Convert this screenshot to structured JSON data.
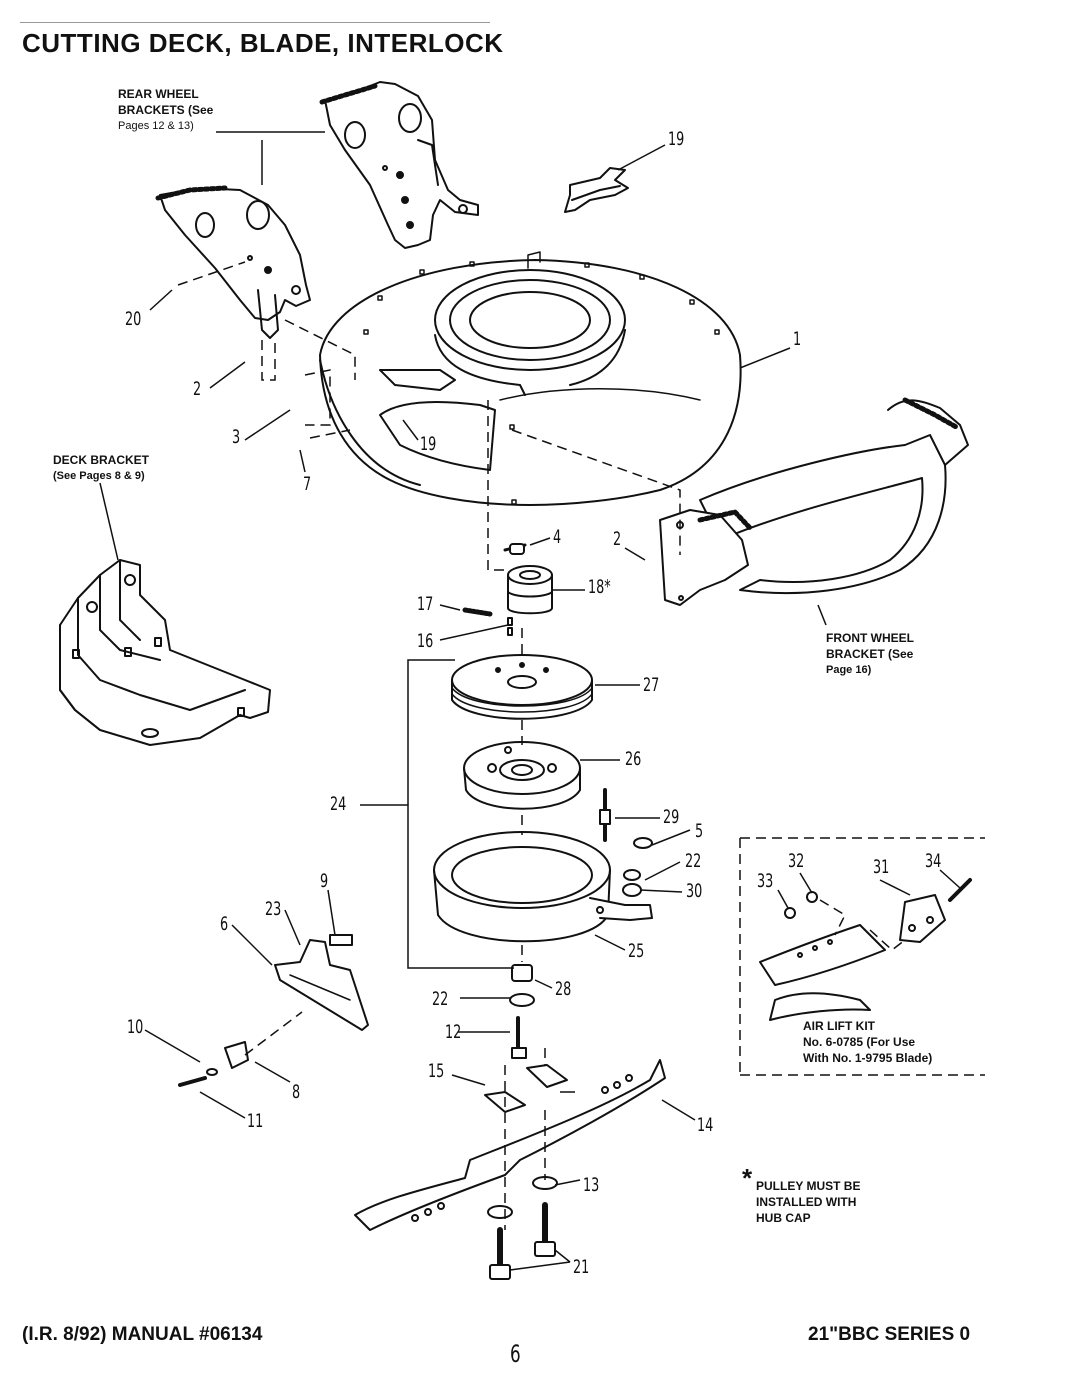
{
  "title": "CUTTING DECK, BLADE, INTERLOCK",
  "notes": {
    "rear_wheel": [
      "REAR WHEEL",
      "BRACKETS (See",
      "Pages 12 & 13)"
    ],
    "deck_bracket": [
      "DECK BRACKET",
      "(See Pages 8 & 9)"
    ],
    "front_wheel": [
      "FRONT WHEEL",
      "BRACKET (See",
      "Page 16)"
    ],
    "air_lift": [
      "AIR LIFT KIT",
      "No. 6-0785 (For Use",
      "With No. 1-9795 Blade)"
    ],
    "pulley": [
      "PULLEY MUST BE",
      "INSTALLED WITH",
      "HUB CAP"
    ],
    "asterisk": "*"
  },
  "callouts": {
    "c19a": "19",
    "c1": "1",
    "c20": "20",
    "c2a": "2",
    "c3": "3",
    "c19b": "19",
    "c7": "7",
    "c4": "4",
    "c2b": "2",
    "c18": "18*",
    "c17": "17",
    "c16": "16",
    "c27": "27",
    "c26": "26",
    "c24": "24",
    "c29": "29",
    "c5": "5",
    "c22a": "22",
    "c30": "30",
    "c9": "9",
    "c23": "23",
    "c6": "6",
    "c25": "25",
    "c28": "28",
    "c22b": "22",
    "c10": "10",
    "c12": "12",
    "c8": "8",
    "c15": "15",
    "c11": "11",
    "c14": "14",
    "c13": "13",
    "c21": "21",
    "c32": "32",
    "c31": "31",
    "c34": "34",
    "c33": "33"
  },
  "footer": {
    "left": "(I.R. 8/92) MANUAL #06134",
    "page": "6",
    "right": "21\"BBC SERIES 0"
  }
}
